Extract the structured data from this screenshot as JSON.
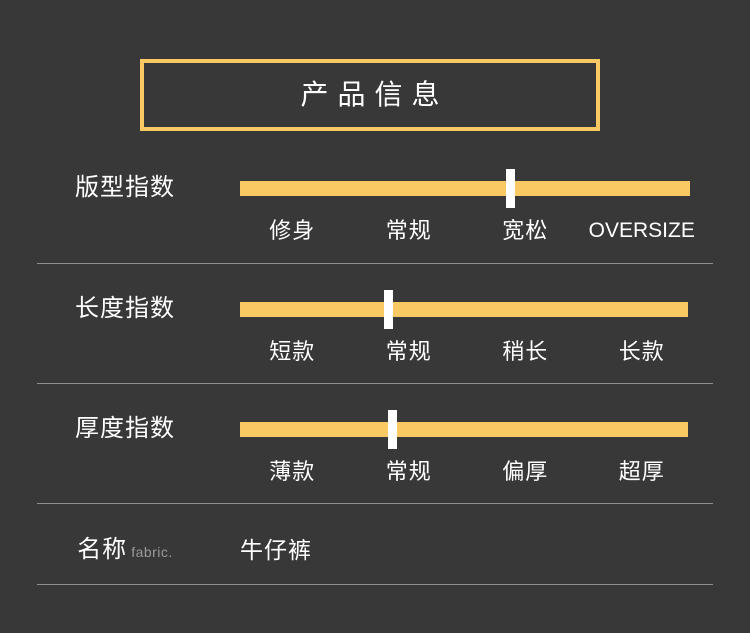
{
  "theme": {
    "background": "#383838",
    "accent": "#fbc963",
    "text": "#ffffff",
    "muted": "#9a9a9a",
    "divider": "#8f8f8f",
    "thumb": "#ffffff"
  },
  "header": {
    "title": "产品信息"
  },
  "specs": [
    {
      "label": "版型指数",
      "selected_index": 2,
      "selected_value": "宽松",
      "thumb_percent": 60,
      "options": [
        "修身",
        "常规",
        "宽松",
        "OVERSIZE"
      ]
    },
    {
      "label": "长度指数",
      "selected_index": 1,
      "selected_value": "常规",
      "thumb_percent": 33,
      "options": [
        "短款",
        "常规",
        "稍长",
        "长款"
      ]
    },
    {
      "label": "厚度指数",
      "selected_index": 1,
      "selected_value": "常规",
      "thumb_percent": 34,
      "options": [
        "薄款",
        "常规",
        "偏厚",
        "超厚"
      ]
    }
  ],
  "name_row": {
    "label": "名称",
    "sublabel": "fabric.",
    "value": "牛仔裤"
  }
}
